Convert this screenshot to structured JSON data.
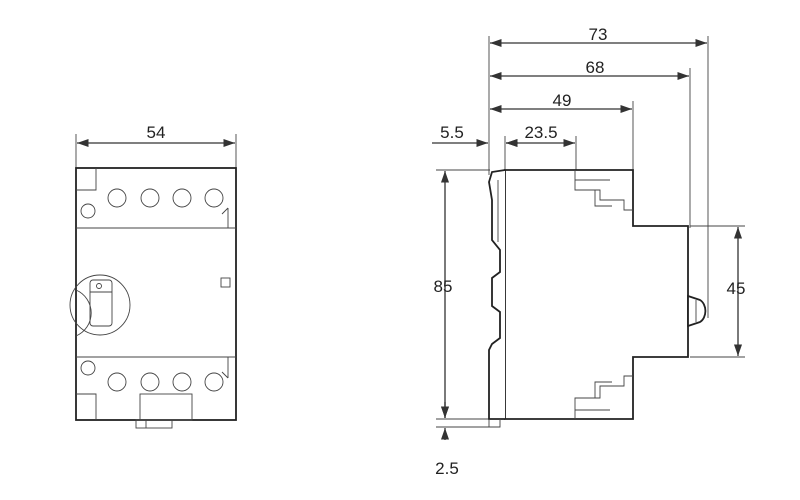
{
  "front_view": {
    "width_label": "54"
  },
  "side_view": {
    "depth_total_label": "73",
    "depth_body_label": "68",
    "depth_mid_label": "49",
    "rail_offset_label": "5.5",
    "clip_width_label": "23.5",
    "height_label": "85",
    "front_height_label": "45",
    "rail_step_label": "2.5"
  }
}
